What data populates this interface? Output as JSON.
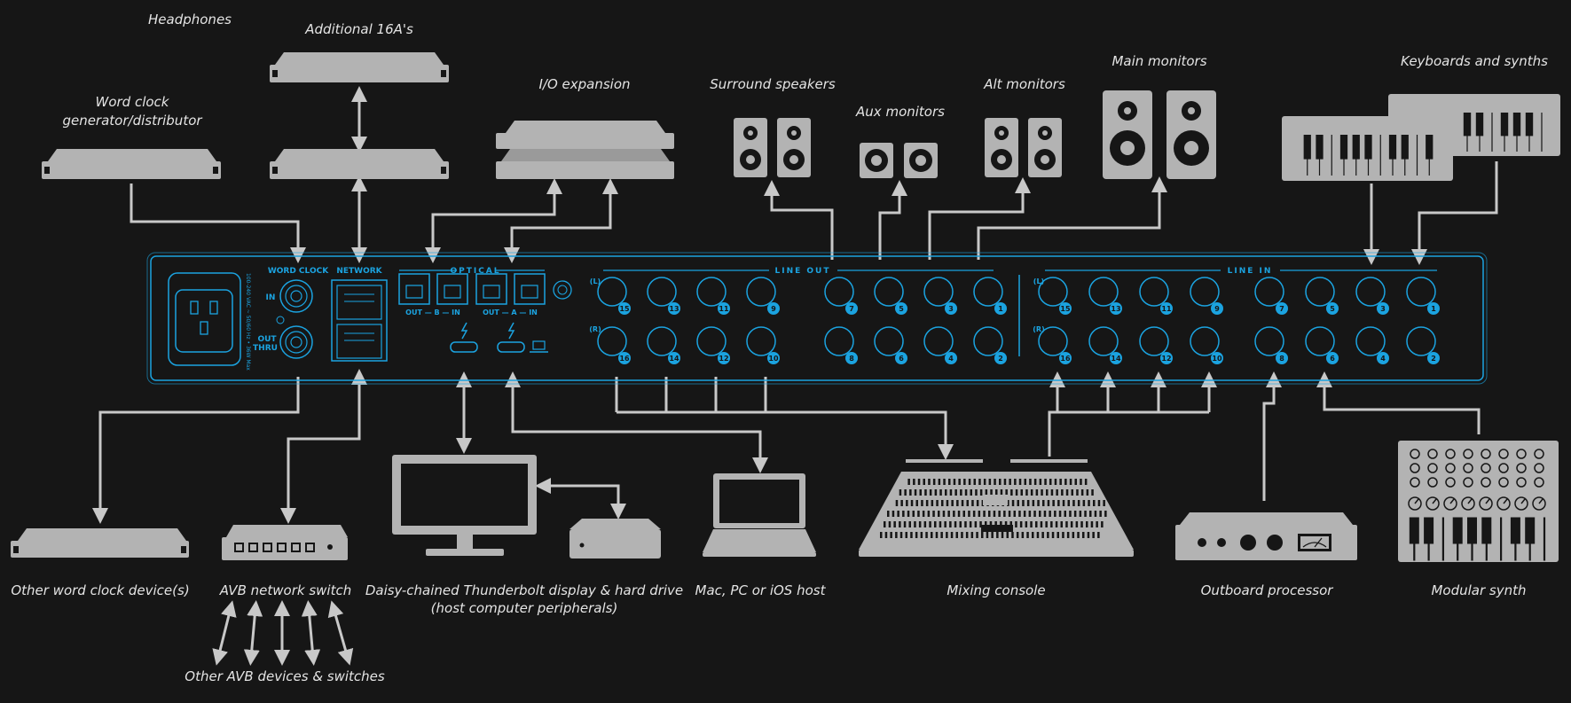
{
  "labels": {
    "headphones": "Headphones",
    "additional_16a": "Additional 16A's",
    "word_clock_gen_1": "Word clock",
    "word_clock_gen_2": "generator/distributor",
    "io_expansion": "I/O expansion",
    "surround": "Surround speakers",
    "aux_monitors": "Aux monitors",
    "alt_monitors": "Alt monitors",
    "main_monitors": "Main monitors",
    "keyboards": "Keyboards and synths",
    "other_word_clock": "Other word clock device(s)",
    "avb_switch": "AVB network switch",
    "other_avb": "Other AVB devices & switches",
    "thunderbolt_1": "Daisy-chained Thunderbolt display & hard drive",
    "thunderbolt_2": "(host computer peripherals)",
    "host": "Mac, PC or iOS host",
    "mixing_console": "Mixing console",
    "outboard": "Outboard processor",
    "modular": "Modular synth"
  },
  "panel": {
    "word_clock": "WORD CLOCK",
    "network": "NETWORK",
    "optical": "OPTICAL",
    "in": "IN",
    "out": "OUT",
    "thru": "THRU",
    "out_b_in": "OUT — B — IN",
    "out_a_in": "OUT — A — IN",
    "line_out": "LINE OUT",
    "line_in": "LINE IN",
    "left": "(L)",
    "right": "(R)",
    "power_spec": "100-240 VAC ~ 50/60 Hz • 36W Max",
    "top_jacks": [
      "15",
      "13",
      "11",
      "9",
      "7",
      "5",
      "3",
      "1"
    ],
    "bottom_jacks": [
      "16",
      "14",
      "12",
      "10",
      "8",
      "6",
      "4",
      "2"
    ]
  },
  "colors": {
    "background": "#161616",
    "device": "#b3b3b3",
    "panel_accent": "#1ba3e0",
    "label": "#e4e4e4"
  }
}
